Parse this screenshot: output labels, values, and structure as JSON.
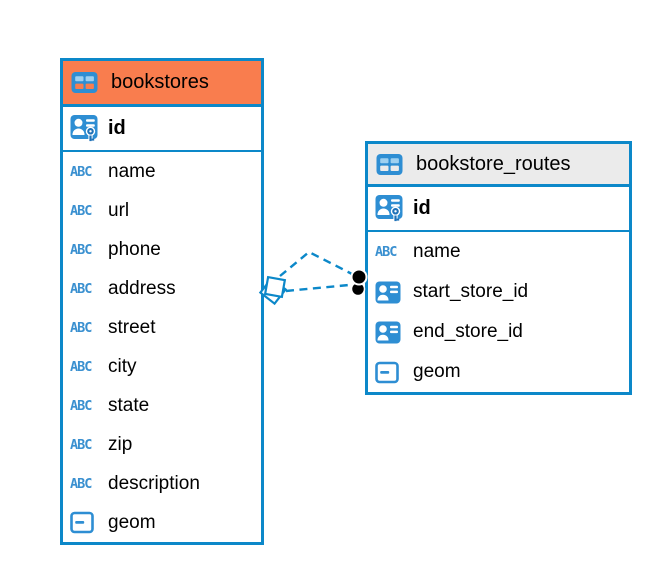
{
  "diagram": {
    "tables": [
      {
        "title": "bookstores",
        "header_bg": "#f97d4e",
        "columns": [
          {
            "name": "id",
            "type": "primary-key"
          },
          {
            "name": "name",
            "type": "text"
          },
          {
            "name": "url",
            "type": "text"
          },
          {
            "name": "phone",
            "type": "text"
          },
          {
            "name": "address",
            "type": "text"
          },
          {
            "name": "street",
            "type": "text"
          },
          {
            "name": "city",
            "type": "text"
          },
          {
            "name": "state",
            "type": "text"
          },
          {
            "name": "zip",
            "type": "text"
          },
          {
            "name": "description",
            "type": "text"
          },
          {
            "name": "geom",
            "type": "geometry"
          }
        ]
      },
      {
        "title": "bookstore_routes",
        "header_bg": "#ebebeb",
        "columns": [
          {
            "name": "id",
            "type": "primary-key"
          },
          {
            "name": "name",
            "type": "text"
          },
          {
            "name": "start_store_id",
            "type": "foreign-key"
          },
          {
            "name": "end_store_id",
            "type": "foreign-key"
          },
          {
            "name": "geom",
            "type": "geometry"
          }
        ]
      }
    ],
    "relationships": [
      {
        "from_table": "bookstores",
        "from_column": "id",
        "to_table": "bookstore_routes",
        "to_column": "start_store_id"
      },
      {
        "from_table": "bookstores",
        "from_column": "id",
        "to_table": "bookstore_routes",
        "to_column": "end_store_id"
      }
    ],
    "icon_glyphs": {
      "text_type": "ABC"
    },
    "colors": {
      "accent": "#0c88c9",
      "icon_blue": "#2e8ed3",
      "icon_light_blue": "#9ed0f0",
      "key_blue": "#1f72b8",
      "abc_blue": "#3a90d0",
      "header_orange": "#f97d4e",
      "header_gray": "#ebebeb",
      "relationship_dot": "#000000",
      "text": "#000000",
      "background": "#ffffff"
    }
  }
}
